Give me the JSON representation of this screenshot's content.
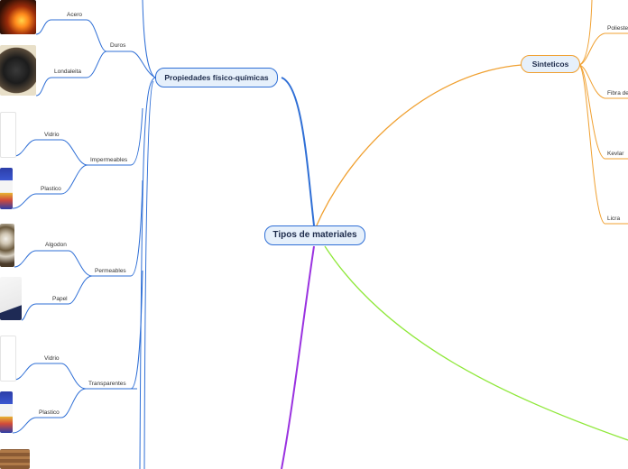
{
  "root": {
    "label": "Tipos de materiales"
  },
  "branch_left": {
    "label": "Propiedades físico-químicas"
  },
  "branch_right": {
    "label": "Sinteticos"
  },
  "groups": {
    "duros": "Duros",
    "impermeables": "Impermeables",
    "permeables": "Permeables",
    "transparentes": "Transparentes"
  },
  "leaves": {
    "acero": "Acero",
    "londaleita": "Londaleita",
    "vidrio_1": "Vidrio",
    "plastico_1": "Plastico",
    "algodon": "Algodon",
    "papel": "Papel",
    "vidrio_2": "Vidrio",
    "plastico_2": "Plastico"
  },
  "sinteticos_items": {
    "poliester": "Poliester",
    "fibra": "Fibra de",
    "kevlar": "Kevlar",
    "licra": "Licra"
  },
  "thumbnails": [
    "fire-steel-image",
    "rock-image",
    "glass-image",
    "bottle-image",
    "cotton-image",
    "paper-image",
    "glass-image",
    "bottle-image",
    "wood-image"
  ],
  "colors": {
    "blue_branch": "#2f6fd6",
    "orange_branch": "#f0a030",
    "green_branch": "#8fe83a",
    "purple_branch": "#9a32e0",
    "node_fill": "#e6f0fb"
  }
}
